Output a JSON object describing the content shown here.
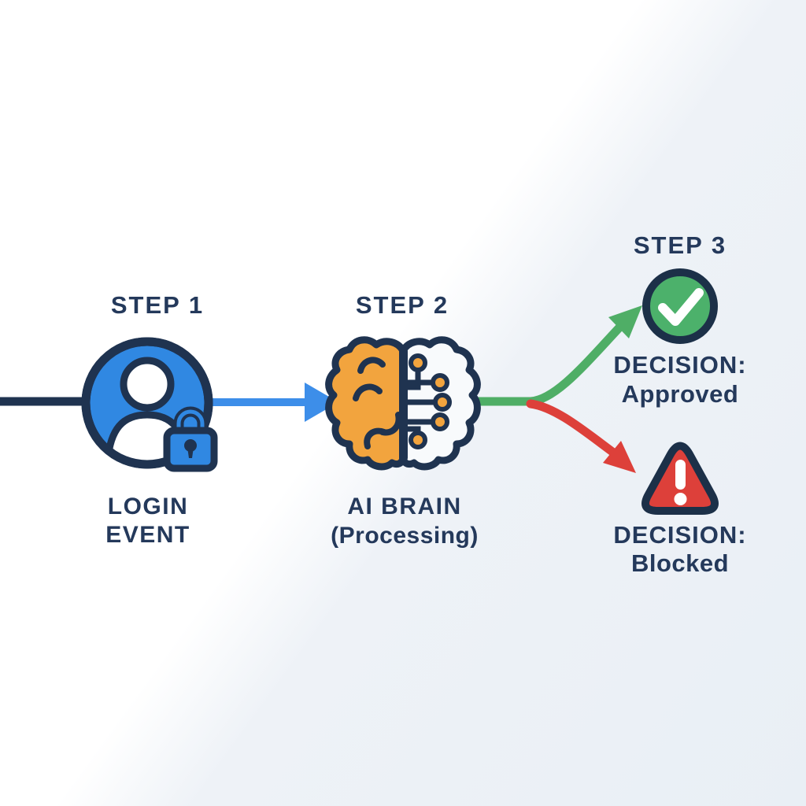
{
  "diagram": {
    "type": "flowchart",
    "background": {
      "top_left_color": "#ffffff",
      "bottom_right_color": "#edf2f6"
    },
    "colors": {
      "outline_navy": "#1f3350",
      "text_navy": "#24395b",
      "blue": "#3088e2",
      "blue_arrow": "#3d8ee9",
      "orange": "#f2a43e",
      "green": "#4fae66",
      "green_fill": "#4cb16b",
      "red": "#dd403a",
      "white": "#ffffff"
    },
    "step1": {
      "title": "STEP 1",
      "caption_line1": "LOGIN",
      "caption_line2": "EVENT",
      "icon": "user-lock-icon"
    },
    "step2": {
      "title": "STEP 2",
      "caption_line1": "AI BRAIN",
      "caption_line2": "(Processing)",
      "icon": "brain-circuit-icon"
    },
    "step3": {
      "title": "STEP 3",
      "approved": {
        "label": "DECISION:",
        "value": "Approved",
        "icon": "checkmark-circle-icon"
      },
      "blocked": {
        "label": "DECISION:",
        "value": "Blocked",
        "icon": "warning-triangle-icon"
      }
    },
    "connectors": [
      {
        "name": "input-flow-line",
        "color": "#1f3350"
      },
      {
        "name": "login-to-brain-arrow",
        "color": "#3d8ee9"
      },
      {
        "name": "brain-to-approved-arrow",
        "color": "#4fae66"
      },
      {
        "name": "brain-to-blocked-arrow",
        "color": "#dd403a"
      }
    ]
  }
}
